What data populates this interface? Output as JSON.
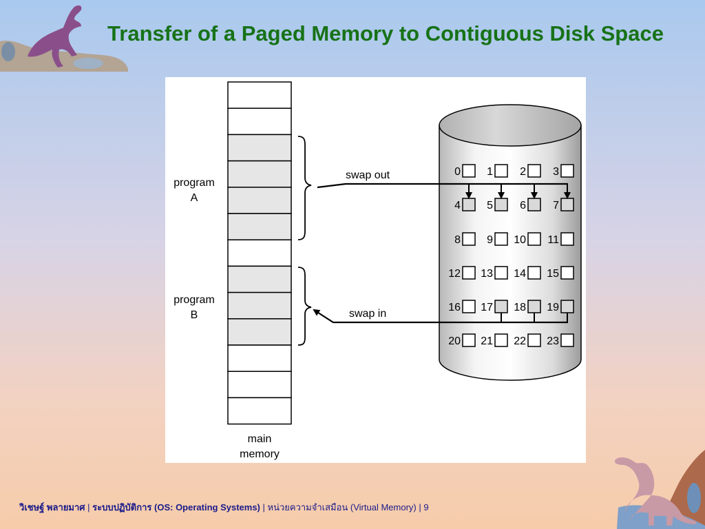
{
  "slide": {
    "title": "Transfer of a Paged Memory to Contiguous Disk Space"
  },
  "diagram": {
    "program_a_label": [
      "program",
      "A"
    ],
    "program_b_label": [
      "program",
      "B"
    ],
    "swap_out_label": "swap out",
    "swap_in_label": "swap in",
    "main_memory_label": [
      "main",
      "memory"
    ],
    "memory_frames": 13,
    "program_a_frames": [
      2,
      3,
      4,
      5
    ],
    "program_b_frames": [
      7,
      8,
      9
    ],
    "disk_blocks": [
      "0",
      "1",
      "2",
      "3",
      "4",
      "5",
      "6",
      "7",
      "8",
      "9",
      "10",
      "11",
      "12",
      "13",
      "14",
      "15",
      "16",
      "17",
      "18",
      "19",
      "20",
      "21",
      "22",
      "23"
    ],
    "swap_out_targets": [
      4,
      5,
      6,
      7
    ],
    "swap_in_sources": [
      17,
      18,
      19
    ]
  },
  "footer": {
    "author": "วิเชษฐ์ พลายมาศ",
    "sep1": " | ",
    "course": "ระบบปฏิบัติการ (OS: Operating Systems)",
    "sep2": " | ",
    "topic": "หน่วยความจำเสมือน  (Virtual Memory)",
    "sep3": " | ",
    "page": "9"
  },
  "colors": {
    "title": "#177217",
    "highlight_fill": "#e6e6e6",
    "footer": "#1a1a8a"
  }
}
